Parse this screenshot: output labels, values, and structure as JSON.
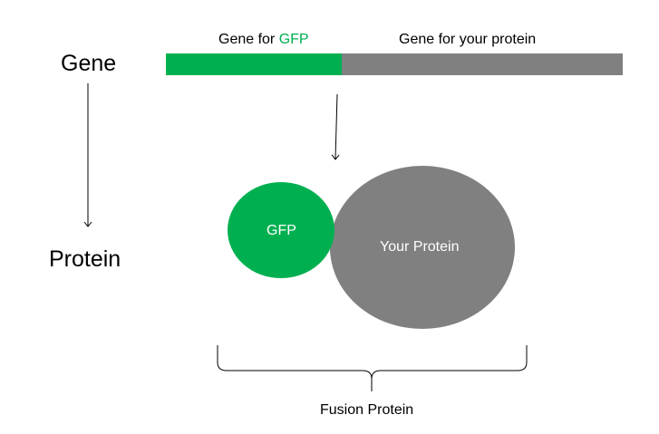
{
  "rows": {
    "gene_label": "Gene",
    "protein_label": "Protein"
  },
  "gene_bar": {
    "gfp_prefix": "Gene for ",
    "gfp_highlight": "GFP",
    "protein_segment_label": "Gene for your protein"
  },
  "proteins": {
    "gfp": "GFP",
    "yours": "Your Protein"
  },
  "fusion_label": "Fusion Protein",
  "colors": {
    "gfp_green": "#00b050",
    "protein_gray": "#808080",
    "text_black": "#000000",
    "text_white": "#ffffff"
  }
}
